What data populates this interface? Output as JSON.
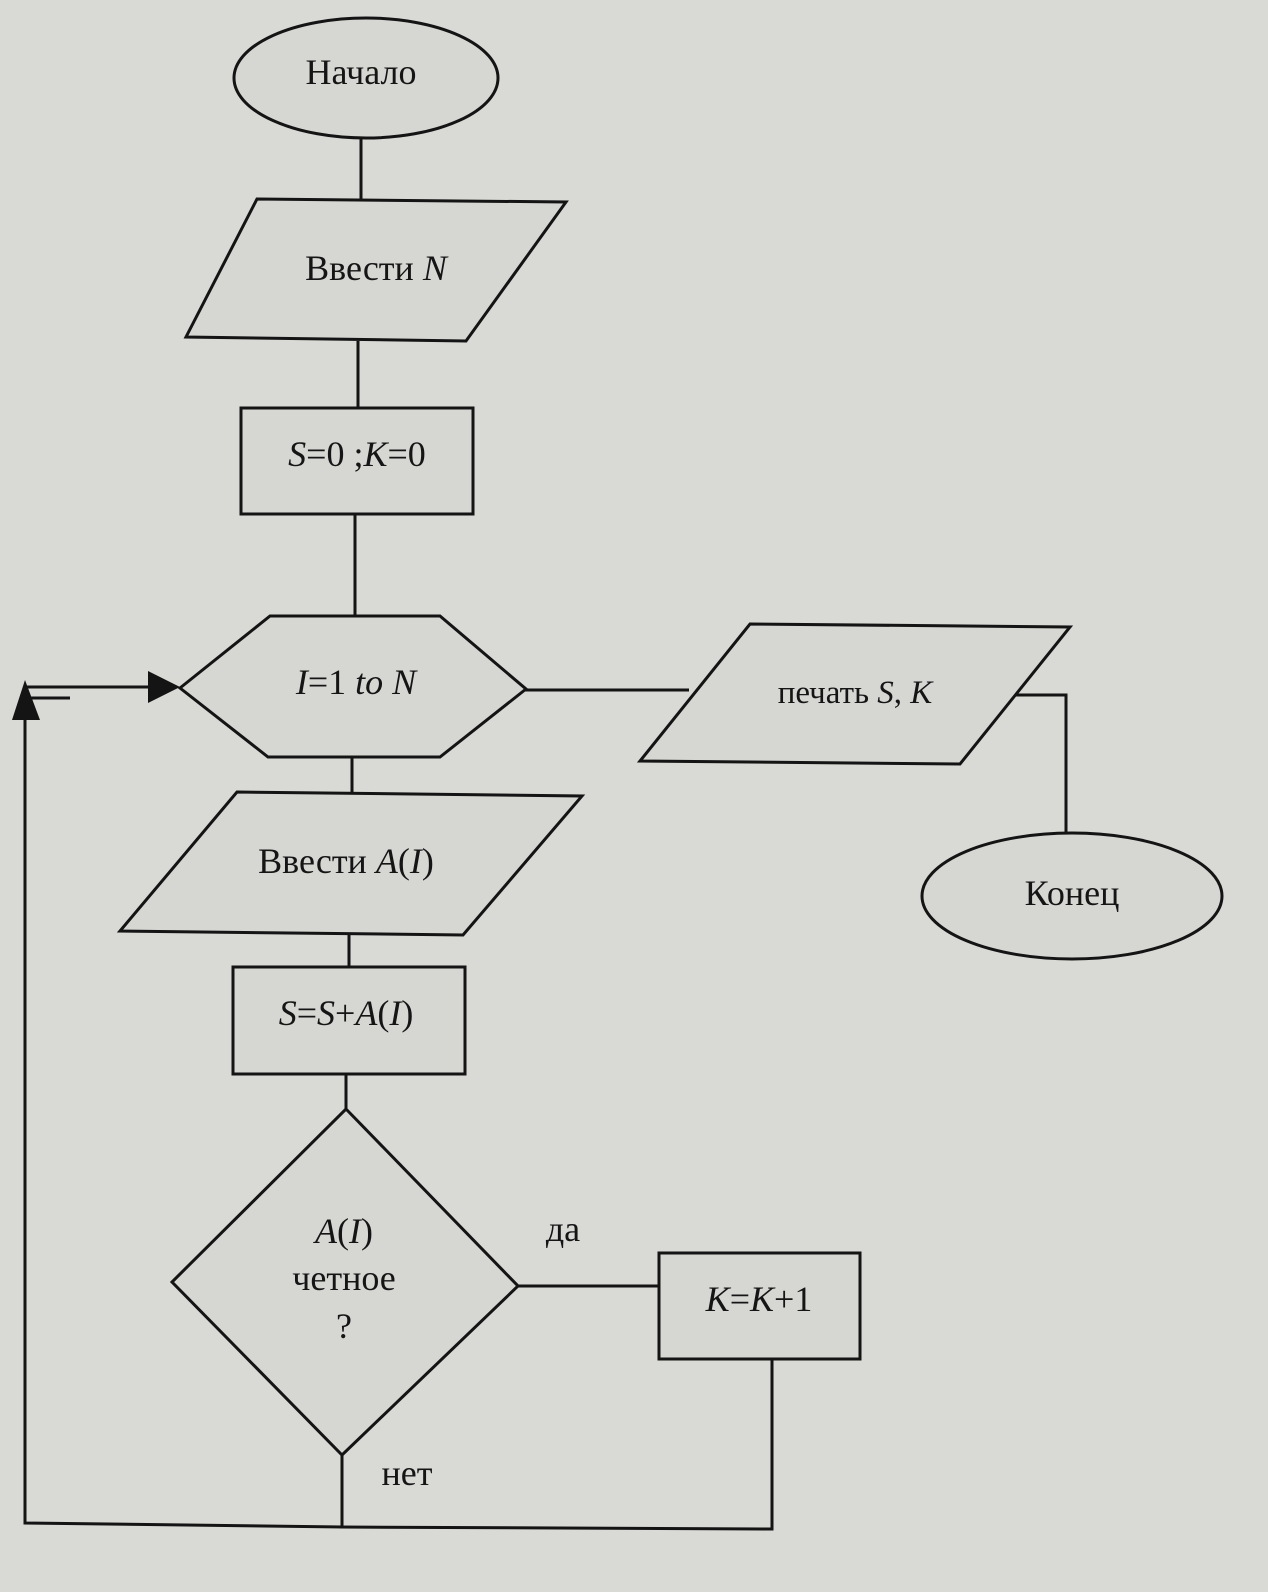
{
  "diagram": {
    "start": {
      "text": "Начало"
    },
    "input_n": {
      "prefix": "Ввести ",
      "var": "N"
    },
    "init": {
      "s": "S",
      "eq1": "=0 ;",
      "k": "K",
      "eq2": "=0"
    },
    "loop": {
      "i": "I",
      "eq": "=1 ",
      "to": "to",
      "n": "N"
    },
    "input_a": {
      "prefix": "Ввести ",
      "a": "A",
      "open": "(",
      "i": "I",
      "close": ")"
    },
    "sum": {
      "s1": "S",
      "eq": "=",
      "s2": "S",
      "plus": "+",
      "a": "A",
      "open": "(",
      "i": "I",
      "close": ")"
    },
    "condition": {
      "a": "A",
      "open": "(",
      "i": "I",
      "close": ")",
      "line2": "четное",
      "line3": "?"
    },
    "yes_label": "да",
    "no_label": "нет",
    "increment": {
      "k1": "K",
      "eq": "=",
      "k2": "K",
      "plus": "+1"
    },
    "print": {
      "prefix": "печать ",
      "s": "S",
      "comma": ", ",
      "k": "K"
    },
    "end": {
      "text": "Конец"
    }
  }
}
